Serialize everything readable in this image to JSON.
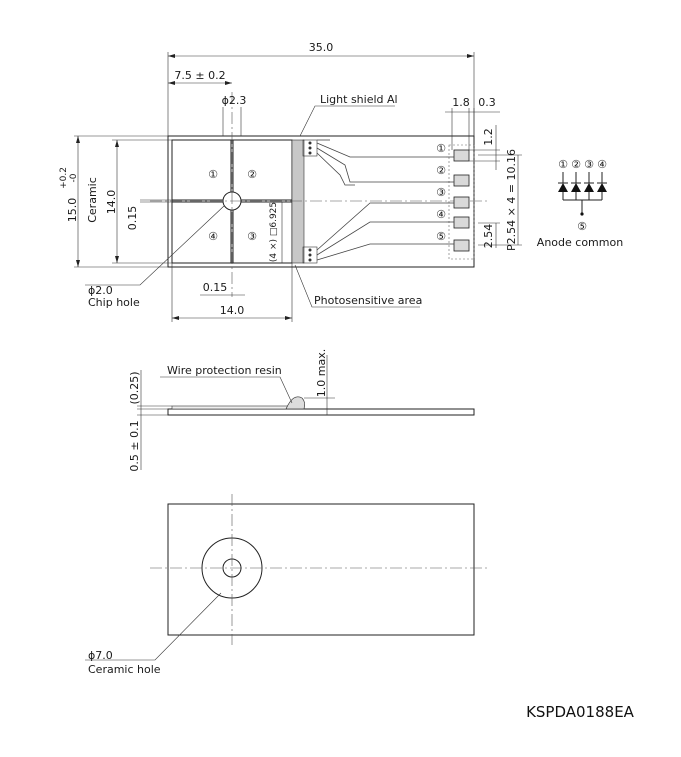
{
  "top_view": {
    "overall_width": "35.0",
    "hole_offset": "7.5 ± 0.2",
    "hole_dia_top": "ϕ2.3",
    "light_shield": "Light shield Al",
    "pad_w": "1.8",
    "pad_gap": "0.3",
    "pad_h": "1.2",
    "pitch": "P2.54 × 4 = 10.16",
    "pitch_single": "2.54",
    "height_tol": "15.0",
    "height_tol_sup": "+0.2",
    "height_tol_sub": "-0",
    "ceramic": "Ceramic",
    "inner_h": "14.0",
    "gap_v": "0.15",
    "gap_h": "0.15",
    "inner_w": "14.0",
    "element_size": "(4 ×) □6.925",
    "chip_hole_dia": "ϕ2.0",
    "chip_hole": "Chip hole",
    "photosensitive": "Photosensitive area",
    "quadrants": [
      "①",
      "②",
      "④",
      "③"
    ],
    "pins": [
      "①",
      "②",
      "③",
      "④",
      "⑤"
    ],
    "circuit_pins": [
      "①",
      "②",
      "③",
      "④"
    ],
    "circuit_common": "⑤",
    "anode_common": "Anode common"
  },
  "side_view": {
    "resin": "Wire protection resin",
    "resin_h": "(0.25)",
    "max_h": "1.0 max.",
    "thickness": "0.5 ± 0.1"
  },
  "bottom_view": {
    "ceramic_hole_dia": "ϕ7.0",
    "ceramic_hole": "Ceramic hole"
  },
  "drawing_id": "KSPDA0188EA"
}
